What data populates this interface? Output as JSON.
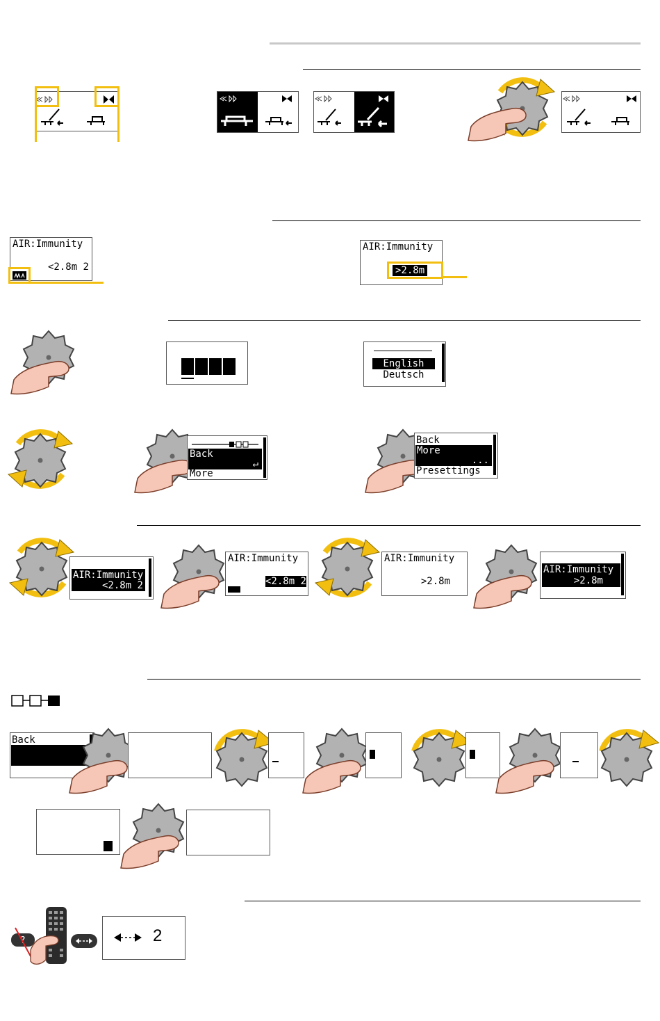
{
  "section_rules": {
    "top_gray": "",
    "rule1": "",
    "rule2": "",
    "rule3": "",
    "rule4": "",
    "rule5": "",
    "rule6": ""
  },
  "screens": {
    "air_immunity_title": "AIR:Immunity",
    "value_lt": "<2.8m 2",
    "value_gt": ">2.8m",
    "lang_options": [
      "English",
      "Deutsch"
    ],
    "menu_back": "Back",
    "menu_more": "More",
    "menu_presettings": "Presettings",
    "ellipsis": "...",
    "remote_display_value": "2"
  },
  "colors": {
    "accent_yellow": "#f2bf10",
    "knob_gray": "#b0b0b0",
    "finger_pink": "#f6c7b6"
  },
  "icons": [
    "rotate-knob-icon",
    "press-knob-icon",
    "remote-control-icon",
    "no-help-icon",
    "position-arrows-icon",
    "left-right-arrows-icon",
    "wave-field-icon",
    "signal-strength-icon"
  ]
}
